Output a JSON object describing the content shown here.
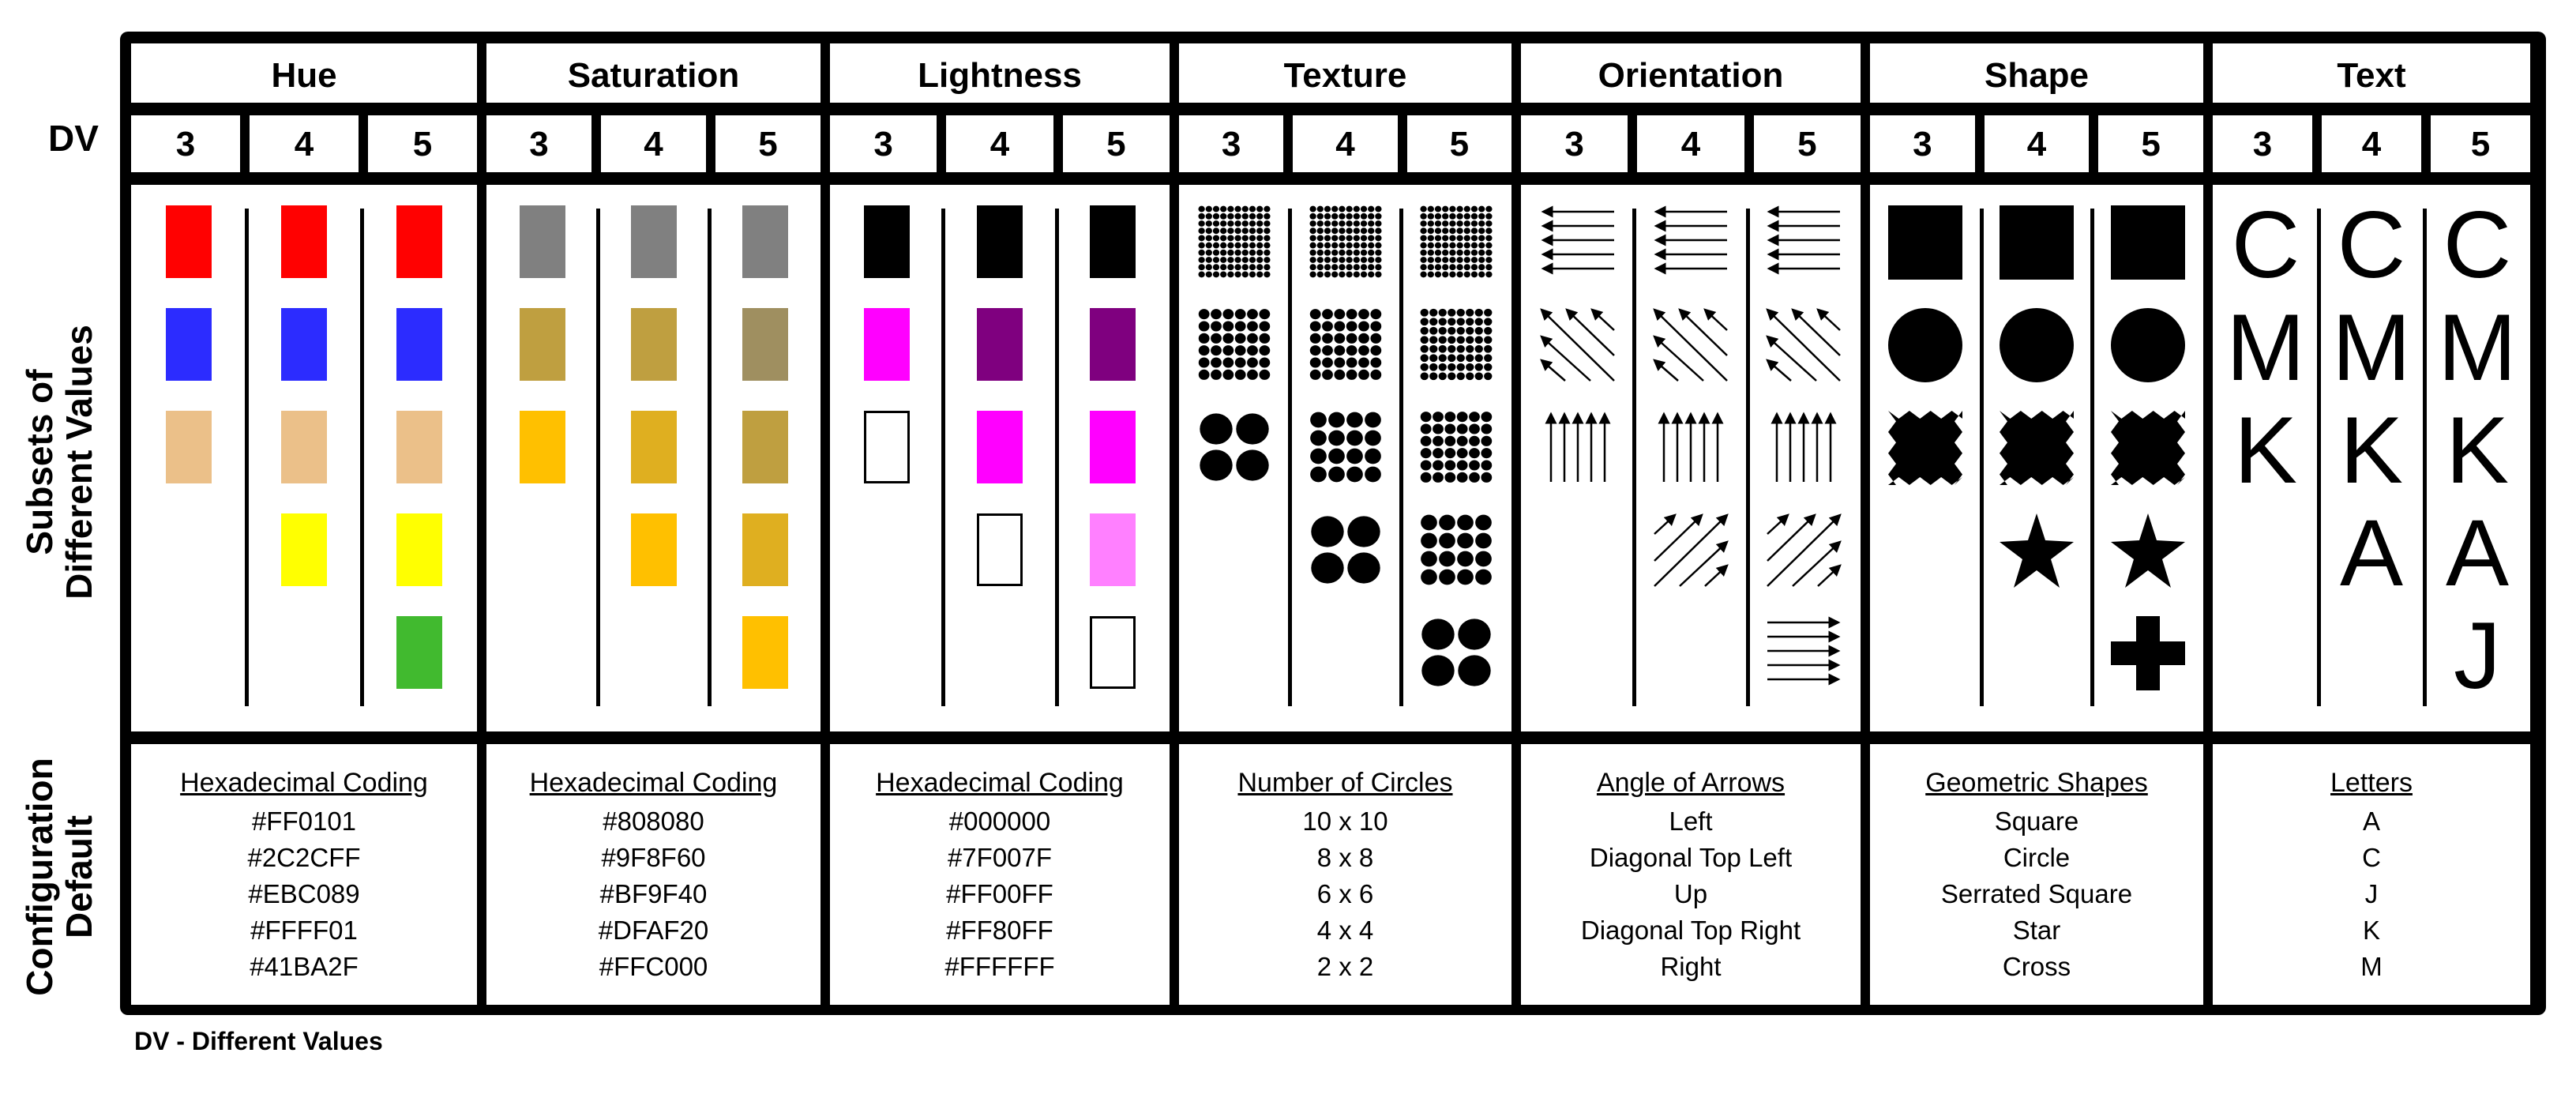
{
  "row_labels": {
    "dv": "DV",
    "subsets": [
      "Subsets of",
      "Different Values"
    ],
    "config": [
      "Configuration",
      "Default"
    ]
  },
  "footnote": "DV - Different Values",
  "attributes": [
    {
      "name": "Hue",
      "dv": [
        "3",
        "4",
        "5"
      ],
      "subsets": [
        [
          "#FF0101",
          "#2C2CFF",
          "#EBC089"
        ],
        [
          "#FF0101",
          "#2C2CFF",
          "#EBC089",
          "#FFFF01"
        ],
        [
          "#FF0101",
          "#2C2CFF",
          "#EBC089",
          "#FFFF01",
          "#41BA2F"
        ]
      ],
      "config_title": "Hexadecimal Coding",
      "config_values": [
        "#FF0101",
        "#2C2CFF",
        "#EBC089",
        "#FFFF01",
        "#41BA2F"
      ]
    },
    {
      "name": "Saturation",
      "dv": [
        "3",
        "4",
        "5"
      ],
      "subsets": [
        [
          "#808080",
          "#BF9F40",
          "#FFC000"
        ],
        [
          "#808080",
          "#BF9F40",
          "#DFAF20",
          "#FFC000"
        ],
        [
          "#808080",
          "#9F8F60",
          "#BF9F40",
          "#DFAF20",
          "#FFC000"
        ]
      ],
      "config_title": "Hexadecimal Coding",
      "config_values": [
        "#808080",
        "#9F8F60",
        "#BF9F40",
        "#DFAF20",
        "#FFC000"
      ]
    },
    {
      "name": "Lightness",
      "dv": [
        "3",
        "4",
        "5"
      ],
      "subsets": [
        [
          "#000000",
          "#FF00FF",
          "#FFFFFF"
        ],
        [
          "#000000",
          "#7F007F",
          "#FF00FF",
          "#FFFFFF"
        ],
        [
          "#000000",
          "#7F007F",
          "#FF00FF",
          "#FF80FF",
          "#FFFFFF"
        ]
      ],
      "config_title": "Hexadecimal Coding",
      "config_values": [
        "#000000",
        "#7F007F",
        "#FF00FF",
        "#FF80FF",
        "#FFFFFF"
      ]
    },
    {
      "name": "Texture",
      "dv": [
        "3",
        "4",
        "5"
      ],
      "subsets": [
        [
          10,
          6,
          2
        ],
        [
          10,
          6,
          4,
          2
        ],
        [
          10,
          8,
          6,
          4,
          2
        ]
      ],
      "config_title": "Number of Circles",
      "config_values": [
        "10 x 10",
        "8 x 8",
        "6 x 6",
        "4 x 4",
        "2 x 2"
      ]
    },
    {
      "name": "Orientation",
      "dv": [
        "3",
        "4",
        "5"
      ],
      "subsets": [
        [
          "left",
          "diag-top-left",
          "up"
        ],
        [
          "left",
          "diag-top-left",
          "up",
          "diag-top-right"
        ],
        [
          "left",
          "diag-top-left",
          "up",
          "diag-top-right",
          "right"
        ]
      ],
      "config_title": "Angle of Arrows",
      "config_values": [
        "Left",
        "Diagonal Top Left",
        "Up",
        "Diagonal Top Right",
        "Right"
      ]
    },
    {
      "name": "Shape",
      "dv": [
        "3",
        "4",
        "5"
      ],
      "subsets": [
        [
          "square",
          "circle",
          "serrated-square"
        ],
        [
          "square",
          "circle",
          "serrated-square",
          "star"
        ],
        [
          "square",
          "circle",
          "serrated-square",
          "star",
          "cross"
        ]
      ],
      "config_title": "Geometric Shapes",
      "config_values": [
        "Square",
        "Circle",
        "Serrated Square",
        "Star",
        "Cross"
      ]
    },
    {
      "name": "Text",
      "dv": [
        "3",
        "4",
        "5"
      ],
      "subsets": [
        [
          "C",
          "M",
          "K"
        ],
        [
          "C",
          "M",
          "K",
          "A"
        ],
        [
          "C",
          "M",
          "K",
          "A",
          "J"
        ]
      ],
      "config_title": "Letters",
      "config_values": [
        "A",
        "C",
        "J",
        "K",
        "M"
      ]
    }
  ]
}
